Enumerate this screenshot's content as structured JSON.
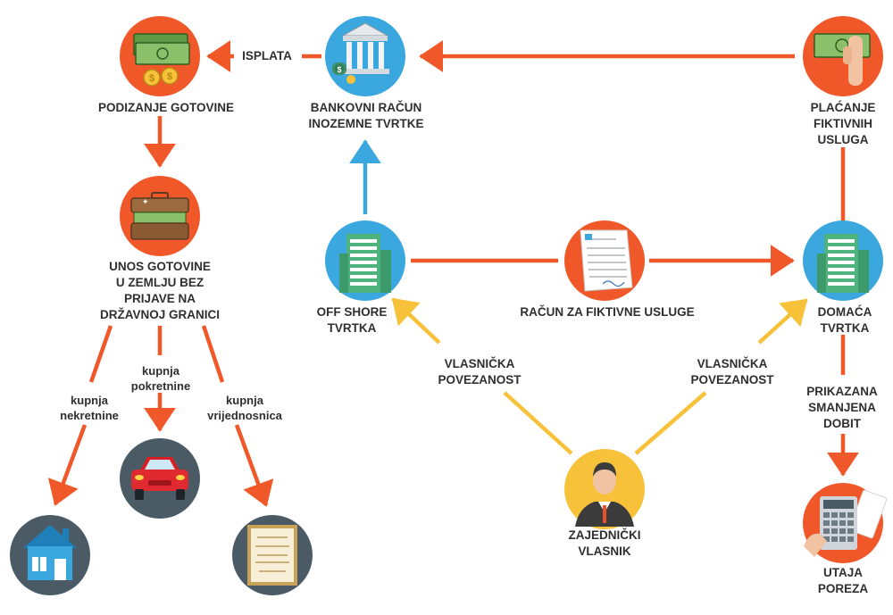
{
  "colors": {
    "orange": "#f0582a",
    "blue": "#3aa8df",
    "yellow": "#f7c23a",
    "dark": "#4b5b66",
    "label": "#2f2f2f"
  },
  "nodes": {
    "cash_withdrawal": {
      "label": "PODIZANJE GOTOVINE",
      "icon": "cash-stack-icon"
    },
    "foreign_bank_account": {
      "label": "BANKOVNI RAČUN\nINOZEMNE TVRTKE",
      "icon": "bank-icon"
    },
    "fictitious_services_payment": {
      "label": "PLAĆANJE\nFIKTIVNIH\nUSLUGA",
      "icon": "hand-cash-icon"
    },
    "cash_import": {
      "label": "UNOS GOTOVINE\nU ZEMLJU BEZ\nPRIJAVE NA\nDRŽAVNOJ GRANICI",
      "icon": "suitcase-money-icon"
    },
    "offshore_company": {
      "label": "OFF SHORE\nTVRTKA",
      "icon": "office-building-icon"
    },
    "fictitious_invoice": {
      "label": "RAČUN ZA FIKTIVNE USLUGE",
      "icon": "invoice-icon"
    },
    "domestic_company": {
      "label": "DOMAĆA\nTVRTKA",
      "icon": "office-building-icon"
    },
    "house": {
      "icon": "house-icon"
    },
    "car": {
      "icon": "car-icon"
    },
    "securities": {
      "icon": "certificate-icon"
    },
    "common_owner": {
      "label": "ZAJEDNIČKI\nVLASNIK",
      "icon": "businessman-icon"
    },
    "tax_evasion": {
      "label": "UTAJA\nPOREZA",
      "icon": "calculator-icon"
    }
  },
  "edges": {
    "payout": "ISPLATA",
    "buy_real_estate": "kupnja\nnekretnine",
    "buy_movables": "kupnja\npokretnine",
    "buy_securities": "kupnja\nvrijednosnica",
    "ownership_left": "VLASNIČKA\nPOVEZANOST",
    "ownership_right": "VLASNIČKA\nPOVEZANOST",
    "reduced_profit": "PRIKAZANA\nSMANJENA\nDOBIT"
  }
}
